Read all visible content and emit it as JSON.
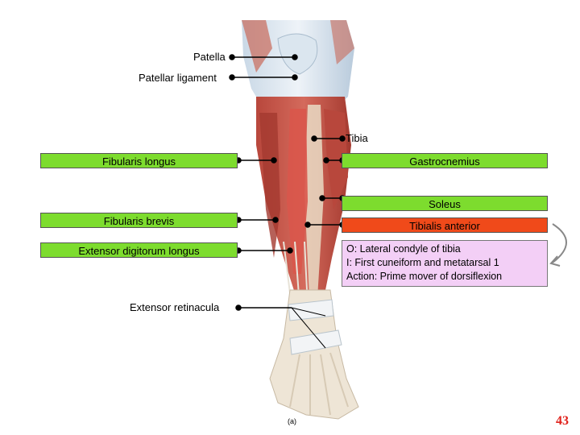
{
  "labels": {
    "patella": "Patella",
    "patellar_ligament": "Patellar ligament",
    "tibia": "Tibia",
    "fibularis_longus": "Fibularis longus",
    "gastrocnemius": "Gastrocnemius",
    "soleus": "Soleus",
    "fibularis_brevis": "Fibularis brevis",
    "tibialis_anterior": "Tibialis anterior",
    "extensor_digitorum_longus": "Extensor digitorum longus",
    "extensor_retinacula": "Extensor retinacula"
  },
  "info": {
    "origin": "O: Lateral condyle of tibia",
    "insertion": "I: First cuneiform and metatarsal 1",
    "action": "Action: Prime mover of dorsiflexion"
  },
  "caption": "(a)",
  "page_number": "43",
  "colors": {
    "label_box_green": "#7ddc2e",
    "label_box_red": "#f04a1a",
    "info_box_pink": "#f3cff6",
    "page_number_red": "#e0201a"
  },
  "icons": {
    "return_arrow": "curved-arrow-icon"
  }
}
